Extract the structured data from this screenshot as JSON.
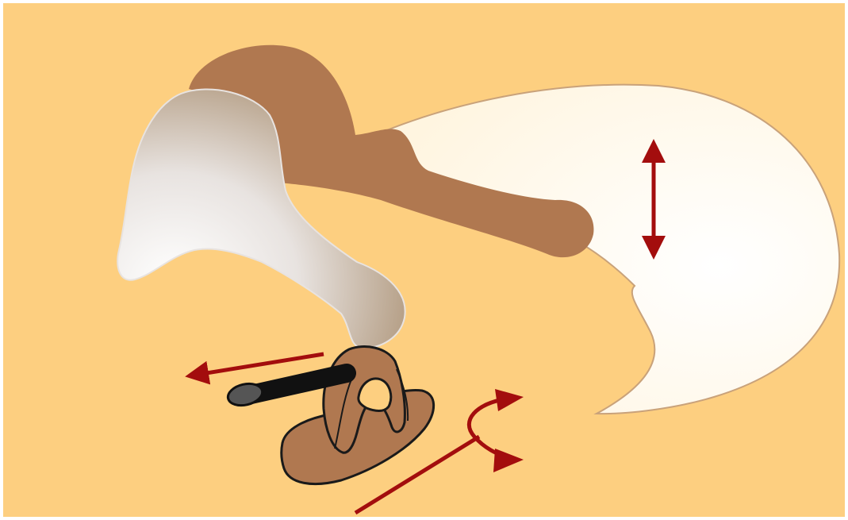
{
  "diagram": {
    "colors": {
      "background": "#fdcf80",
      "ossicle_brown": "#b07850",
      "tympanic_membrane": "#fff5e0",
      "membrane_outline": "#c9a27a",
      "incus_light": "#e8e3e0",
      "incus_dark": "#a48868",
      "tendon_black": "#111111",
      "tendon_tip": "#555555",
      "arrow_red": "#a30d0d",
      "outline_black": "#1a1a1a"
    },
    "elements": [
      {
        "name": "tympanic-membrane"
      },
      {
        "name": "malleus-ossicle"
      },
      {
        "name": "incus-ossicle"
      },
      {
        "name": "stapes-ossicle"
      },
      {
        "name": "stapedius-tendon"
      },
      {
        "name": "vibration-arrow"
      },
      {
        "name": "tendon-pull-arrow"
      },
      {
        "name": "stapes-rocking-arrow"
      }
    ]
  }
}
